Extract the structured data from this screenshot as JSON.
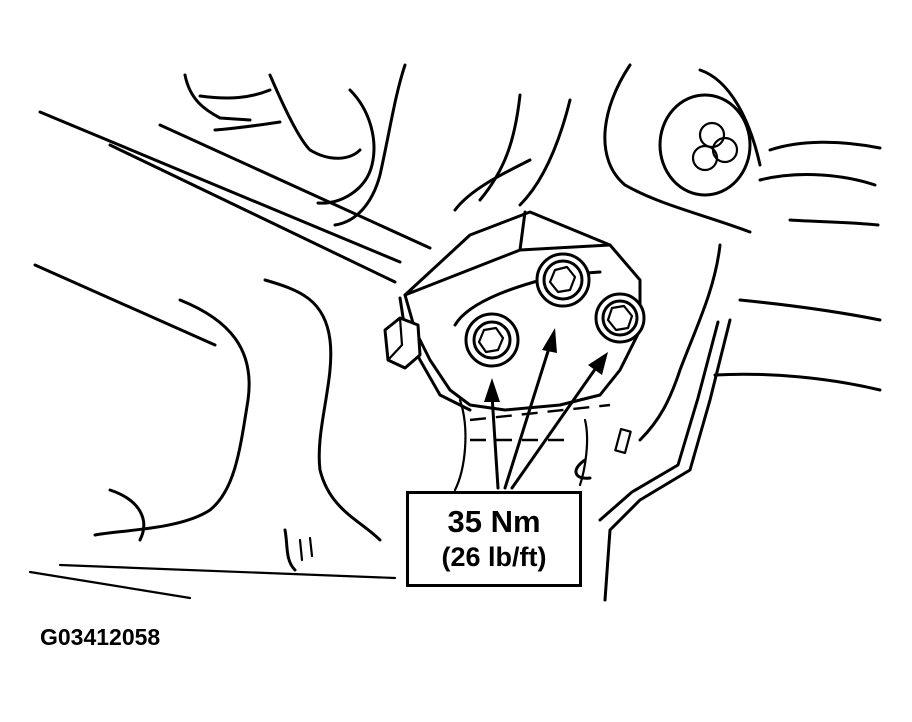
{
  "callout": {
    "torque_metric": "35 Nm",
    "torque_imperial": "(26 lb/ft)"
  },
  "figure_id": "G03412058",
  "icons": {
    "bolts": [
      "bolt-left-icon",
      "bolt-center-icon",
      "bolt-right-icon"
    ],
    "arrow": "arrow-icon"
  }
}
